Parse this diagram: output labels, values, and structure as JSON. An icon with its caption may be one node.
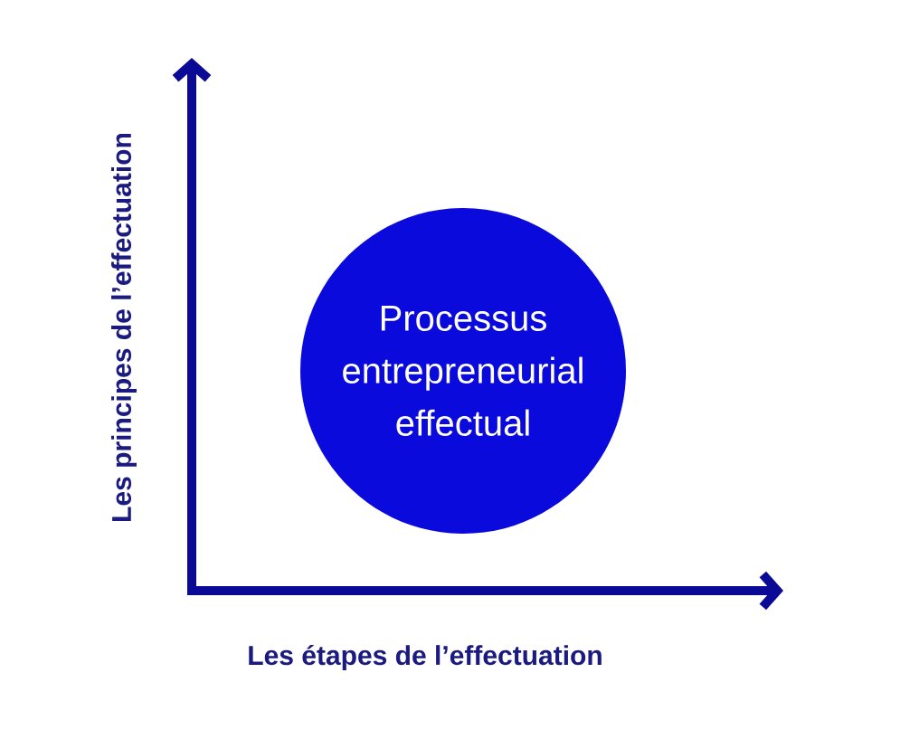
{
  "diagram": {
    "nodes": [
      {
        "text": [
          "Processus entrepreneurial effectual"
        ]
      }
    ],
    "labels": [
      "Les principes de l’effectuation",
      "Les étapes de l’effectuation"
    ]
  }
}
